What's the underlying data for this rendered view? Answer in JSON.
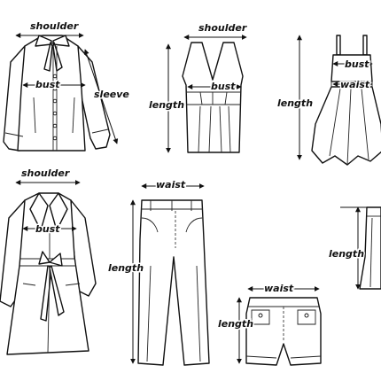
{
  "labels": {
    "shoulder": "shoulder",
    "bust": "bust",
    "sleeve": "sleeve",
    "length": "length",
    "waist": "waist"
  },
  "garments": [
    "blouse",
    "tank-top",
    "dress",
    "coat",
    "trousers",
    "shorts",
    "skirt"
  ],
  "colors": {
    "ink": "#111111",
    "paper": "#ffffff"
  }
}
